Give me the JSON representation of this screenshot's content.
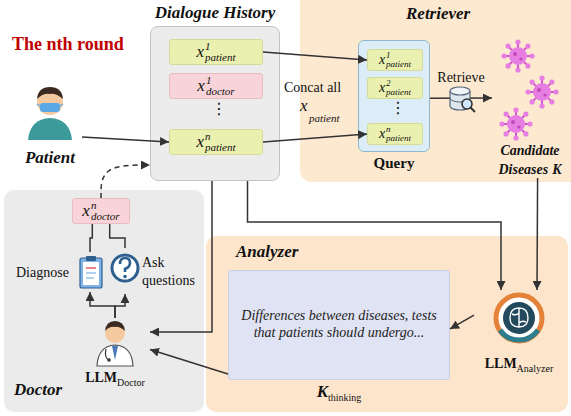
{
  "diagram": {
    "nodes": [
      {
        "text": [
          "Dialogue History"
        ]
      },
      {
        "text": [
          "x",
          "1",
          "patient"
        ],
        "in": 0
      },
      {
        "text": [
          "x",
          "1",
          "doctor"
        ],
        "in": 0
      },
      {
        "text": [
          "x",
          "n",
          "patient"
        ],
        "in": 0
      },
      {
        "text": [
          "Retriever"
        ]
      },
      {
        "text": [
          "Query"
        ],
        "in": 4
      },
      {
        "text": [
          "x",
          "1",
          "patient"
        ],
        "in": 5
      },
      {
        "text": [
          "x",
          "2",
          "patient"
        ],
        "in": 5
      },
      {
        "text": [
          "x",
          "n",
          "patient"
        ],
        "in": 5
      },
      {
        "text": [
          "Candidate Diseases",
          "K"
        ],
        "in": 4
      },
      {
        "text": [
          "Patient"
        ]
      },
      {
        "text": [
          "Doctor"
        ]
      },
      {
        "text": [
          "x",
          "n",
          "doctor"
        ],
        "in": 11
      },
      {
        "text": [
          "Diagnose"
        ],
        "in": 11
      },
      {
        "text": [
          "Ask questions"
        ],
        "in": 11
      },
      {
        "text": [
          "LLM",
          "Doctor"
        ],
        "in": 11
      },
      {
        "text": [
          "Analyzer"
        ]
      },
      {
        "text": [
          "Differences between diseases, tests that patients should undergo...",
          "K",
          "thinking"
        ],
        "in": 16
      },
      {
        "text": [
          "LLM",
          "Analyzer"
        ],
        "in": 16
      }
    ],
    "edges": [
      {
        "from": 10,
        "to": 3,
        "arrow": "to"
      },
      {
        "from": 1,
        "to": 6,
        "arrow": "to"
      },
      {
        "from": 3,
        "to": 8,
        "arrow": "to"
      },
      {
        "from": 5,
        "to": 9,
        "label": "Retrieve",
        "arrow": "to"
      },
      {
        "from": 9,
        "to": 18,
        "arrow": "to"
      },
      {
        "from": 0,
        "to": 18,
        "arrow": "to"
      },
      {
        "from": 18,
        "to": 17,
        "arrow": "to"
      },
      {
        "from": 17,
        "to": 15,
        "arrow": "to"
      },
      {
        "from": 0,
        "to": 15,
        "arrow": "to"
      },
      {
        "from": 15,
        "to": 13,
        "arrow": "to"
      },
      {
        "from": 15,
        "to": 14,
        "arrow": "to"
      },
      {
        "from": 13,
        "to": 12,
        "arrow": "none"
      },
      {
        "from": 14,
        "to": 12,
        "arrow": "none"
      },
      {
        "from": 12,
        "to": 0,
        "arrow": "to"
      }
    ],
    "labels": [
      "The nth round",
      "⋮",
      "Concat all",
      "x",
      "patient",
      "⋮"
    ]
  }
}
